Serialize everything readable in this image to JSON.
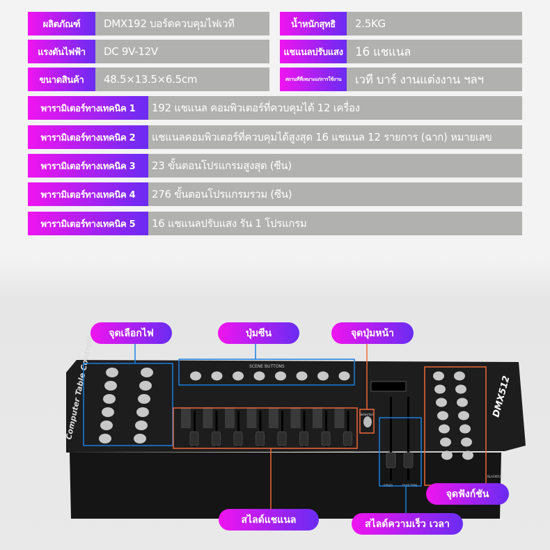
{
  "specs_left": [
    {
      "label": "ผลิตภัณฑ์",
      "value": "DMX192   บอร์ดควบคุมไฟเวที"
    },
    {
      "label": "แรงดันไฟฟ้า",
      "value": "DC 9V-12V"
    },
    {
      "label": "ขนาดสินค้า",
      "value": "48.5×13.5×6.5cm"
    }
  ],
  "specs_right": [
    {
      "label": "น้ำหนักสุทธิ",
      "value": "2.5KG"
    },
    {
      "label": "แชแนลปรับแสง",
      "value": "16 แชแนล"
    },
    {
      "label": "สถานที่ที่เหมาะแก่การใช้งาน",
      "value": "เวที บาร์ งานแต่งงาน ฯลฯ"
    }
  ],
  "technical": [
    {
      "label": "พารามิเตอร์ทางเทคนิค 1",
      "value": "192 แชแนล   คอมพิวเตอร์ที่ควบคุมได้ 12 เครื่อง"
    },
    {
      "label": "พารามิเตอร์ทางเทคนิค 2",
      "value": "แชแนลคอมพิวเตอร์ที่ควบคุมได้สูงสุด 16 แชแนล  12 รายการ (ฉาก) หมายเลข"
    },
    {
      "label": "พารามิเตอร์ทางเทคนิค 3",
      "value": "23 ขั้นตอนโปรแกรมสูงสุด (ซีน)"
    },
    {
      "label": "พารามิเตอร์ทางเทคนิค 4",
      "value": "276 ขั้นตอนโปรแกรมรวม (ซีน)"
    },
    {
      "label": "พารามิเตอร์ทางเทคนิค 5",
      "value": "16 แชแนลปรับแสง   รัน 1 โปรแกรม"
    }
  ],
  "callouts": {
    "light_select": "จุดเลือกไฟ",
    "scene_buttons": "ปุ่มซีน",
    "page_button": "จุดปุ่มหน้า",
    "channel_sliders": "สไลด์แชแนล",
    "speed_fade_sliders": "สไลด์ความเร็ว เวลา",
    "function_buttons": "จุดฟังก์ชัน"
  },
  "device": {
    "model": "DMX512",
    "side_text": "Computer Table Controller",
    "scene_header": "SCENE BUTTONS",
    "selector": "Selector",
    "speed": "SPEED",
    "fade_time": "FADE TIME",
    "blackout": "BLACKOUT"
  },
  "colors": {
    "gradient_start": "#f014f0",
    "gradient_end": "#6a2cf2",
    "value_bg": "#b1b1af",
    "callout_blue": "#1a7fe0",
    "callout_orange": "#f0683a"
  }
}
